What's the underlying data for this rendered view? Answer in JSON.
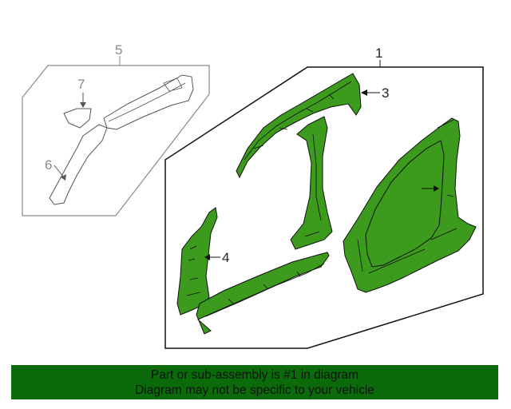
{
  "colors": {
    "part_fill": "#3c9a1c",
    "part_stroke": "#111111",
    "frame_stroke": "#111111",
    "inset_stroke": "#8a8a8a",
    "banner_bg": "#0b6b0b"
  },
  "callouts": {
    "main": "1",
    "rail": "3",
    "pillar": "4",
    "inset": "5",
    "inset_reinforcement": "6",
    "inset_bracket": "7"
  },
  "banner": {
    "line1": "Part or sub-assembly is #1 in diagram",
    "line2": "Diagram may not be specific to your vehicle"
  }
}
